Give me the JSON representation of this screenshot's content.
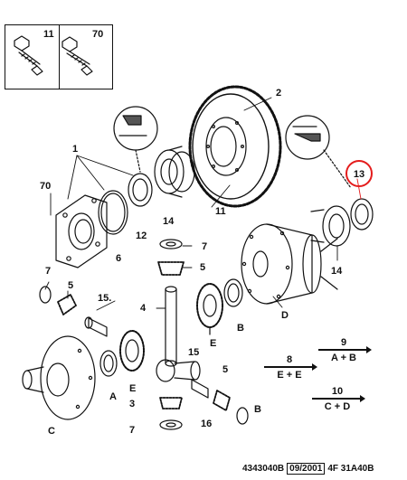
{
  "bolt_panel": {
    "left_ref": "11",
    "right_ref": "70"
  },
  "labels": {
    "p1": "1",
    "p2": "2",
    "p11": "11",
    "p12": "12",
    "p14a": "14",
    "p6": "6",
    "p70": "70",
    "p7a": "7",
    "p5a": "5",
    "p7b": "7",
    "p5b": "5",
    "p15a": "15.",
    "p4": "4",
    "pB": "B",
    "pE1": "E",
    "pD": "D",
    "p14b": "14",
    "pA": "A",
    "pE2": "E",
    "p15b": "15",
    "p5c": "5",
    "p3": "3",
    "pC": "C",
    "p7c": "7",
    "p16": "16",
    "pB2": "B"
  },
  "equations": [
    {
      "num": "8",
      "expr": "E + E"
    },
    {
      "num": "9",
      "expr": "A + B"
    },
    {
      "num": "10",
      "expr": "C + D"
    }
  ],
  "callout": {
    "label": "13",
    "color": "#e41c1c"
  },
  "footer": {
    "code": "4343040B",
    "date": "09/2001",
    "ref": "4F 31A40B"
  }
}
